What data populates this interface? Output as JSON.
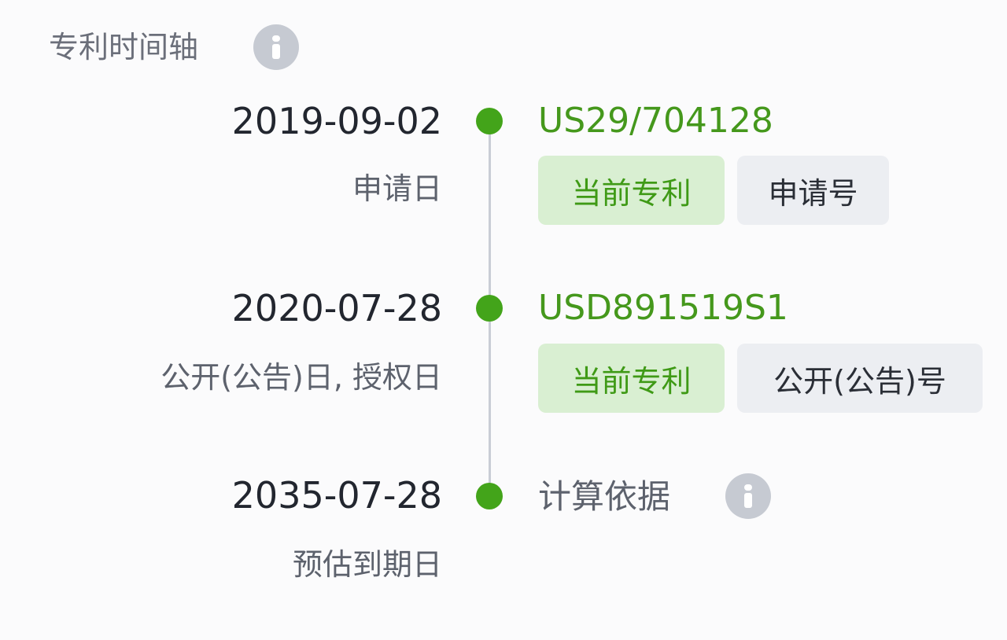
{
  "header": {
    "title": "专利时间轴",
    "info_icon": "info-icon"
  },
  "timeline": [
    {
      "date": "2019-09-02",
      "type": "申请日",
      "number": "US29/704128",
      "tags": [
        "当前专利",
        "申请号"
      ]
    },
    {
      "date": "2020-07-28",
      "type": "公开(公告)日, 授权日",
      "number": "USD891519S1",
      "tags": [
        "当前专利",
        "公开(公告)号"
      ]
    },
    {
      "date": "2035-07-28",
      "type": "预估到期日",
      "basis_label": "计算依据",
      "basis_icon": "info-icon"
    }
  ],
  "colors": {
    "accent_green": "#43a41a",
    "tag_green_bg": "#d9efd2",
    "tag_gray_bg": "#eceef2",
    "timeline_line": "#c9cdd6"
  }
}
